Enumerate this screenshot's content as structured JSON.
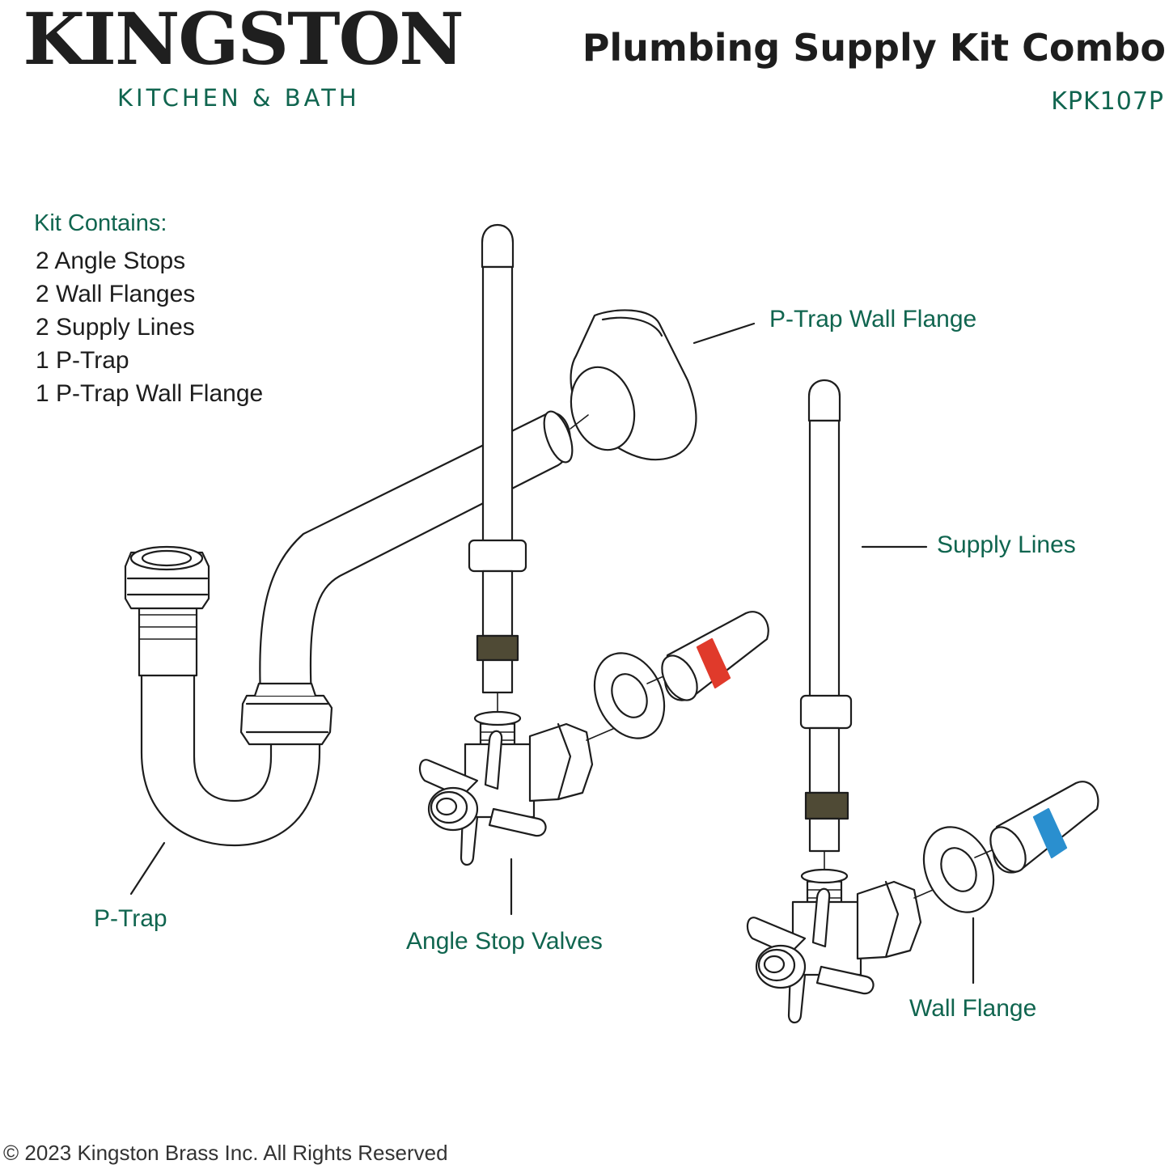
{
  "header": {
    "brand": "KINGSTON",
    "tagline": "KITCHEN & BATH",
    "title": "Plumbing Supply Kit Combo",
    "model": "KPK107P"
  },
  "kit": {
    "heading": "Kit Contains:",
    "items": [
      "2 Angle Stops",
      "2 Wall Flanges",
      "2 Supply Lines",
      "1 P-Trap",
      "1 P-Trap Wall Flange"
    ]
  },
  "labels": {
    "ptrap_wall_flange": "P-Trap Wall Flange",
    "supply_lines": "Supply Lines",
    "ptrap": "P-Trap",
    "angle_stop_valves": "Angle Stop Valves",
    "wall_flange": "Wall Flange"
  },
  "footer": {
    "copyright": "© 2023 Kingston Brass Inc.  All Rights Reserved"
  },
  "colors": {
    "accent_green": "#10654f",
    "hot_marker": "#e03a2b",
    "cold_marker": "#2a8fcf",
    "compression_ring": "#4f4a35"
  }
}
